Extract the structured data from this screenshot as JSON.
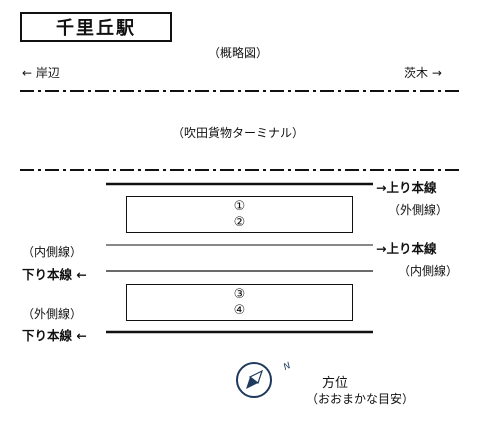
{
  "station_title": "千里丘駅",
  "diagram_note": "（概略図）",
  "direction_left": "← 岸辺",
  "direction_right": "茨木 →",
  "freight_terminal": "（吹田貨物ターミナル）",
  "tracks": {
    "up_main_1": "→上り本線",
    "up_main_2": "→上り本線",
    "outer_right": "（外側線）",
    "inner_left": "（内側線）",
    "inner_right": "（内側線）",
    "outer_left": "（外側線）",
    "down_main_1": "下り本線 ←",
    "down_main_2": "下り本線 ←"
  },
  "platforms": [
    {
      "tracks": [
        "①",
        "②"
      ]
    },
    {
      "tracks": [
        "③",
        "④"
      ]
    }
  ],
  "compass": {
    "north_letter": "N",
    "label": "方位",
    "note": "（おおまかな目安）"
  }
}
